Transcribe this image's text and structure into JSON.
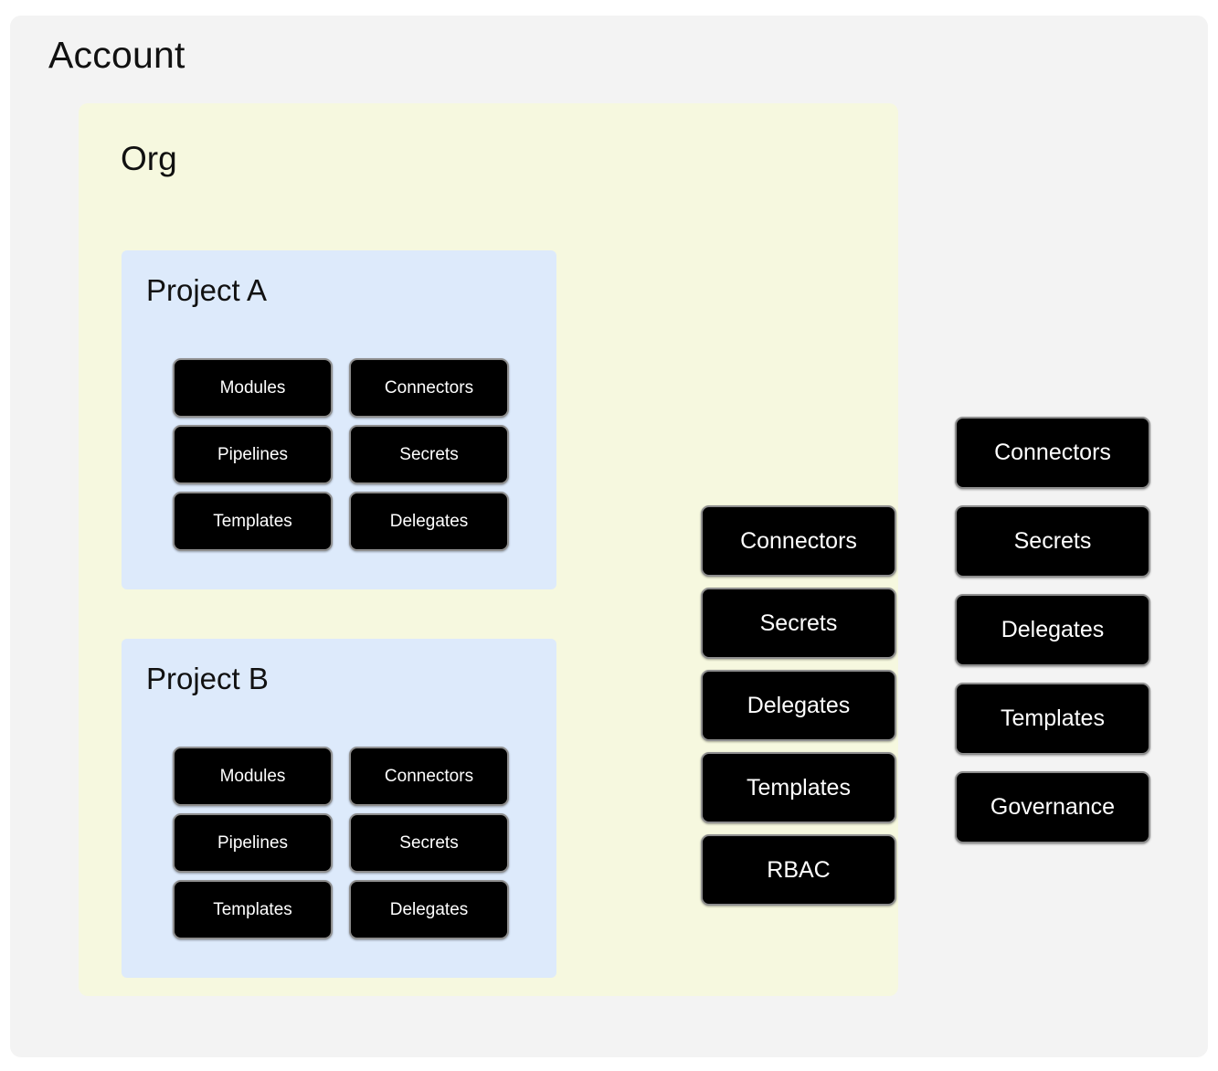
{
  "diagram": {
    "title": "Account",
    "colors": {
      "account_bg": "#f3f3f3",
      "org_bg": "#f6f8df",
      "project_bg": "#ddeafb",
      "chip_bg": "#000000",
      "chip_border": "#8e8e8e",
      "chip_text": "#ffffff",
      "title_text": "#111111"
    }
  },
  "account": {
    "label": "Account",
    "resources": [
      {
        "label": "Connectors"
      },
      {
        "label": "Secrets"
      },
      {
        "label": "Delegates"
      },
      {
        "label": "Templates"
      },
      {
        "label": "Governance"
      }
    ]
  },
  "org": {
    "label": "Org",
    "resources": [
      {
        "label": "Connectors"
      },
      {
        "label": "Secrets"
      },
      {
        "label": "Delegates"
      },
      {
        "label": "Templates"
      },
      {
        "label": "RBAC"
      }
    ]
  },
  "projects": [
    {
      "label": "Project A",
      "resources": [
        {
          "label": "Modules"
        },
        {
          "label": "Connectors"
        },
        {
          "label": "Pipelines"
        },
        {
          "label": "Secrets"
        },
        {
          "label": "Templates"
        },
        {
          "label": "Delegates"
        }
      ]
    },
    {
      "label": "Project B",
      "resources": [
        {
          "label": "Modules"
        },
        {
          "label": "Connectors"
        },
        {
          "label": "Pipelines"
        },
        {
          "label": "Secrets"
        },
        {
          "label": "Templates"
        },
        {
          "label": "Delegates"
        }
      ]
    }
  ]
}
